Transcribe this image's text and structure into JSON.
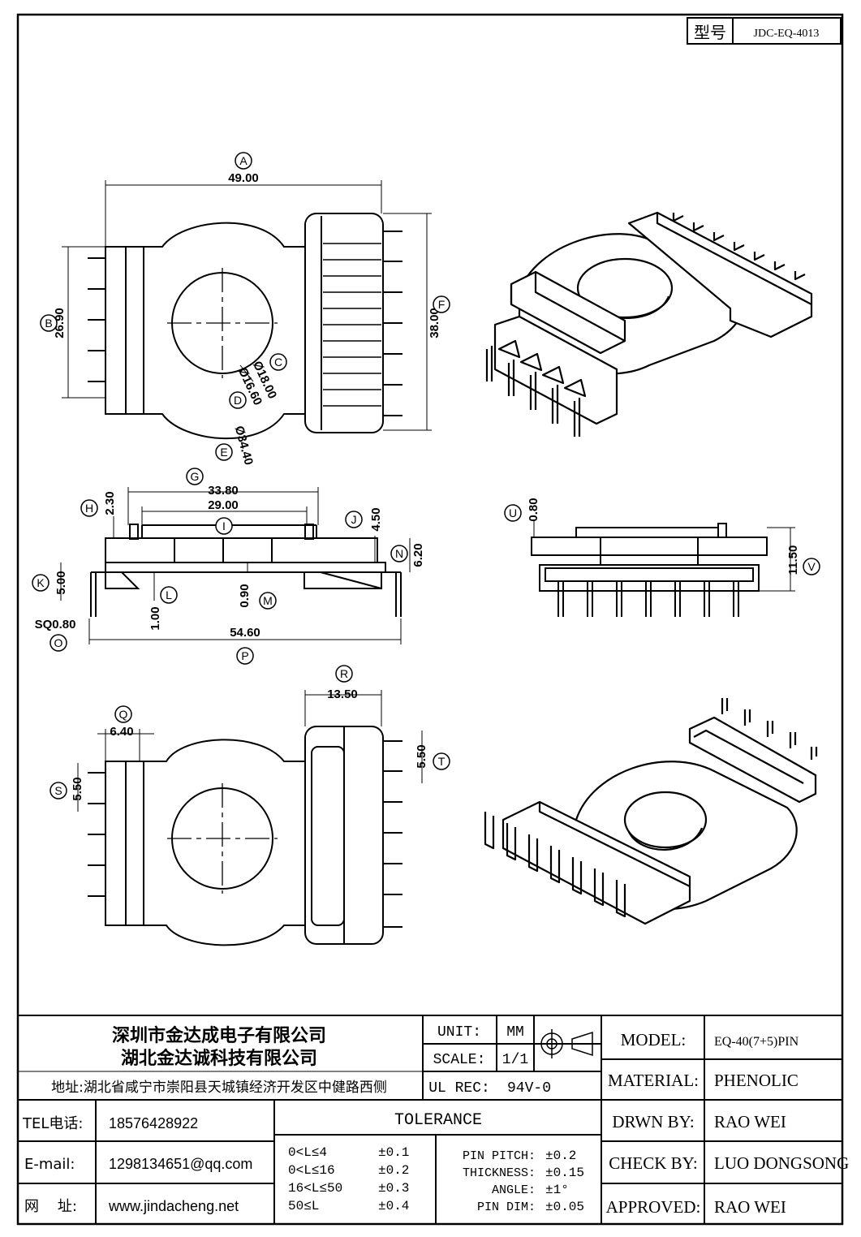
{
  "model_box": {
    "label": "型号",
    "value": "JDC-EQ-4013"
  },
  "dimensions": {
    "A": "49.00",
    "B": "26.90",
    "C": "Ø18.00",
    "D": "Ø16.60",
    "E": "Ø34.40",
    "F": "38.00",
    "G": "33.80",
    "H": "2.30",
    "I": "29.00",
    "J": "4.50",
    "K": "5.00",
    "L": "1.00",
    "M": "0.90",
    "N": "6.20",
    "O": "SQ0.80",
    "P": "54.60",
    "Q": "6.40",
    "R": "13.50",
    "S": "5.50",
    "T": "5.50",
    "U": "0.80",
    "V": "11.50"
  },
  "letters": [
    "A",
    "B",
    "C",
    "D",
    "E",
    "F",
    "G",
    "H",
    "I",
    "J",
    "K",
    "L",
    "M",
    "N",
    "O",
    "P",
    "Q",
    "R",
    "S",
    "T",
    "U",
    "V"
  ],
  "company": {
    "name1": "深圳市金达成电子有限公司",
    "name2": "湖北金达诚科技有限公司",
    "address": "地址:湖北省咸宁市崇阳县天城镇经济开发区中健路西侧"
  },
  "contact": {
    "tel_label": "TEL电话:",
    "tel": "18576428922",
    "email_label": "E-mail:",
    "email": "1298134651@qq.com",
    "web_label": "网    址:",
    "web": "www.jindacheng.net"
  },
  "unit": {
    "unit_label": "UNIT:",
    "unit": "MM",
    "scale_label": "SCALE:",
    "scale": "1/1",
    "ul_label": "UL REC:",
    "ul": "94V-0"
  },
  "tolerance": {
    "title": "TOLERANCE",
    "ranges": [
      {
        "range": "0<L≤4",
        "tol": "±0.1"
      },
      {
        "range": "0<L≤16",
        "tol": "±0.2"
      },
      {
        "range": "16<L≤50",
        "tol": "±0.3"
      },
      {
        "range": "50≤L",
        "tol": "±0.4"
      }
    ],
    "specs": [
      {
        "label": "PIN PITCH:",
        "tol": "±0.2"
      },
      {
        "label": "THICKNESS:",
        "tol": "±0.15"
      },
      {
        "label": "ANGLE:",
        "tol": "±1°"
      },
      {
        "label": "PIN DIM:",
        "tol": "±0.05"
      }
    ]
  },
  "info": {
    "model_label": "MODEL:",
    "model": "EQ-40(7+5)PIN",
    "material_label": "MATERIAL:",
    "material": "PHENOLIC",
    "drawn_label": "DRWN BY:",
    "drawn": "RAO WEI",
    "check_label": "CHECK BY:",
    "check": "LUO DONGSONG",
    "approved_label": "APPROVED:",
    "approved": "RAO WEI"
  }
}
